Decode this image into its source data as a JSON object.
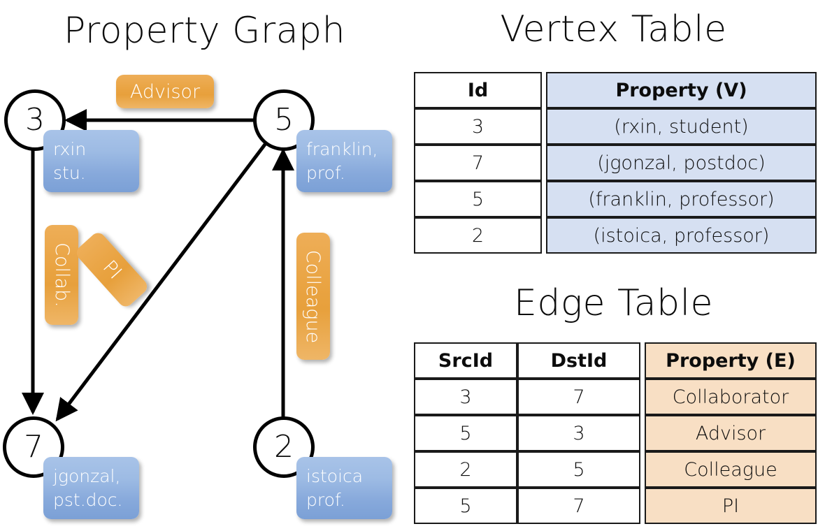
{
  "titles": {
    "property_graph": "Property Graph",
    "vertex_table": "Vertex Table",
    "edge_table": "Edge Table"
  },
  "colors": {
    "vertex_property_fill": "#d6e0f2",
    "edge_property_fill": "#f8dfc4",
    "node_property_box": "#8db0e0",
    "edge_label_box": "#e9a341",
    "stroke": "#000000"
  },
  "graph": {
    "nodes": [
      {
        "id": "3",
        "property_lines": [
          "rxin",
          "stu."
        ]
      },
      {
        "id": "5",
        "property_lines": [
          "franklin,",
          "prof."
        ]
      },
      {
        "id": "7",
        "property_lines": [
          "jgonzal,",
          "pst.doc."
        ]
      },
      {
        "id": "2",
        "property_lines": [
          "istoica",
          "prof."
        ]
      }
    ],
    "edge_labels": [
      {
        "name": "advisor-label",
        "text": "Advisor",
        "orientation": "horizontal"
      },
      {
        "name": "collab-label",
        "text": "Collab.",
        "orientation": "vertical"
      },
      {
        "name": "pi-label",
        "text": "PI",
        "orientation": "vertical-tilted"
      },
      {
        "name": "colleague-label",
        "text": "Colleague",
        "orientation": "vertical"
      }
    ],
    "edges": [
      {
        "from": "5",
        "to": "3",
        "label": "Advisor"
      },
      {
        "from": "3",
        "to": "7",
        "label": "Collab."
      },
      {
        "from": "5",
        "to": "7",
        "label": "PI"
      },
      {
        "from": "2",
        "to": "5",
        "label": "Colleague"
      }
    ]
  },
  "vertex_table": {
    "headers": [
      "Id",
      "Property (V)"
    ],
    "rows": [
      {
        "id": "3",
        "property": "(rxin, student)"
      },
      {
        "id": "7",
        "property": "(jgonzal, postdoc)"
      },
      {
        "id": "5",
        "property": "(franklin, professor)"
      },
      {
        "id": "2",
        "property": "(istoica, professor)"
      }
    ]
  },
  "edge_table": {
    "headers": [
      "SrcId",
      "DstId",
      "Property (E)"
    ],
    "rows": [
      {
        "src": "3",
        "dst": "7",
        "property": "Collaborator"
      },
      {
        "src": "5",
        "dst": "3",
        "property": "Advisor"
      },
      {
        "src": "2",
        "dst": "5",
        "property": "Colleague"
      },
      {
        "src": "5",
        "dst": "7",
        "property": "PI"
      }
    ]
  }
}
